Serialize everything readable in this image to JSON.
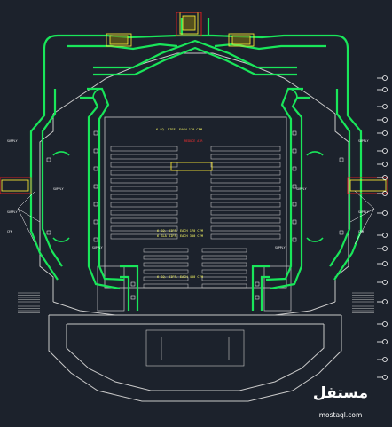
{
  "drawing": {
    "background": "#1c222c",
    "duct_color": "#19e65a",
    "wall_color": "#c9c9c9",
    "accent_yellow": "#f2e233",
    "accent_red": "#ff2020"
  },
  "labels": {
    "zone_top": "6 SQ. DIFF. EACH 170 CFM",
    "zone_middle_1": "6 SQ. DIFF. EACH 170 CFM",
    "zone_middle_2": "6 SLA DIFF. EACH 350 CFM",
    "zone_bottom": "6 SQ. DIFF. EACH 450 CFM",
    "red_note": "REDUCE AIR",
    "unit_tag": "SUPPLY",
    "tag_cfm": "CFM"
  },
  "watermark": {
    "main": "مستقل",
    "sub": "mostaql.com"
  },
  "icons": {
    "markers": "circle-marker-icon",
    "watermark": "mostaql-logo-icon"
  }
}
